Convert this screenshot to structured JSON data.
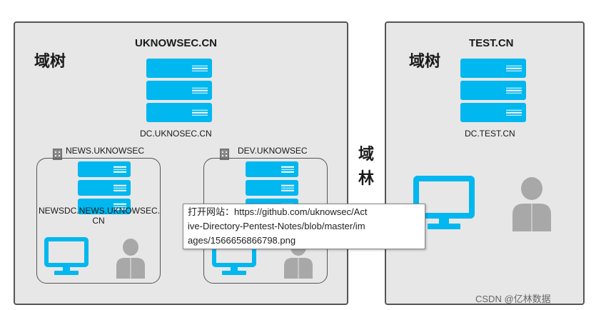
{
  "left_panel": {
    "label": "域树",
    "domain": "UKNOWSEC.CN",
    "dc": "DC.UKNOSEC.CN",
    "child1": {
      "title": "NEWS.UKNOWSEC",
      "dc_line1": "NEWSDC.NEWS.UKNOWSEC.",
      "dc_line2": "CN"
    },
    "child2": {
      "title": "DEV.UKNOWSEC"
    }
  },
  "forest_label_top": "域",
  "forest_label_bottom": "林",
  "right_panel": {
    "label": "域树",
    "domain": "TEST.CN",
    "dc": "DC.TEST.CN"
  },
  "tooltip": {
    "line1": "打开网站：https://github.com/uknowsec/Act",
    "line2": "ive-Directory-Pentest-Notes/blob/master/im",
    "line3": "ages/1566656866798.png"
  },
  "watermark": "CSDN @亿林数据",
  "colors": {
    "server": "#00b7ef",
    "panel_bg": "#e7e7e7",
    "person": "#a8a8a8"
  },
  "icons": [
    "server-icon",
    "building-icon",
    "monitor-icon",
    "person-icon"
  ]
}
